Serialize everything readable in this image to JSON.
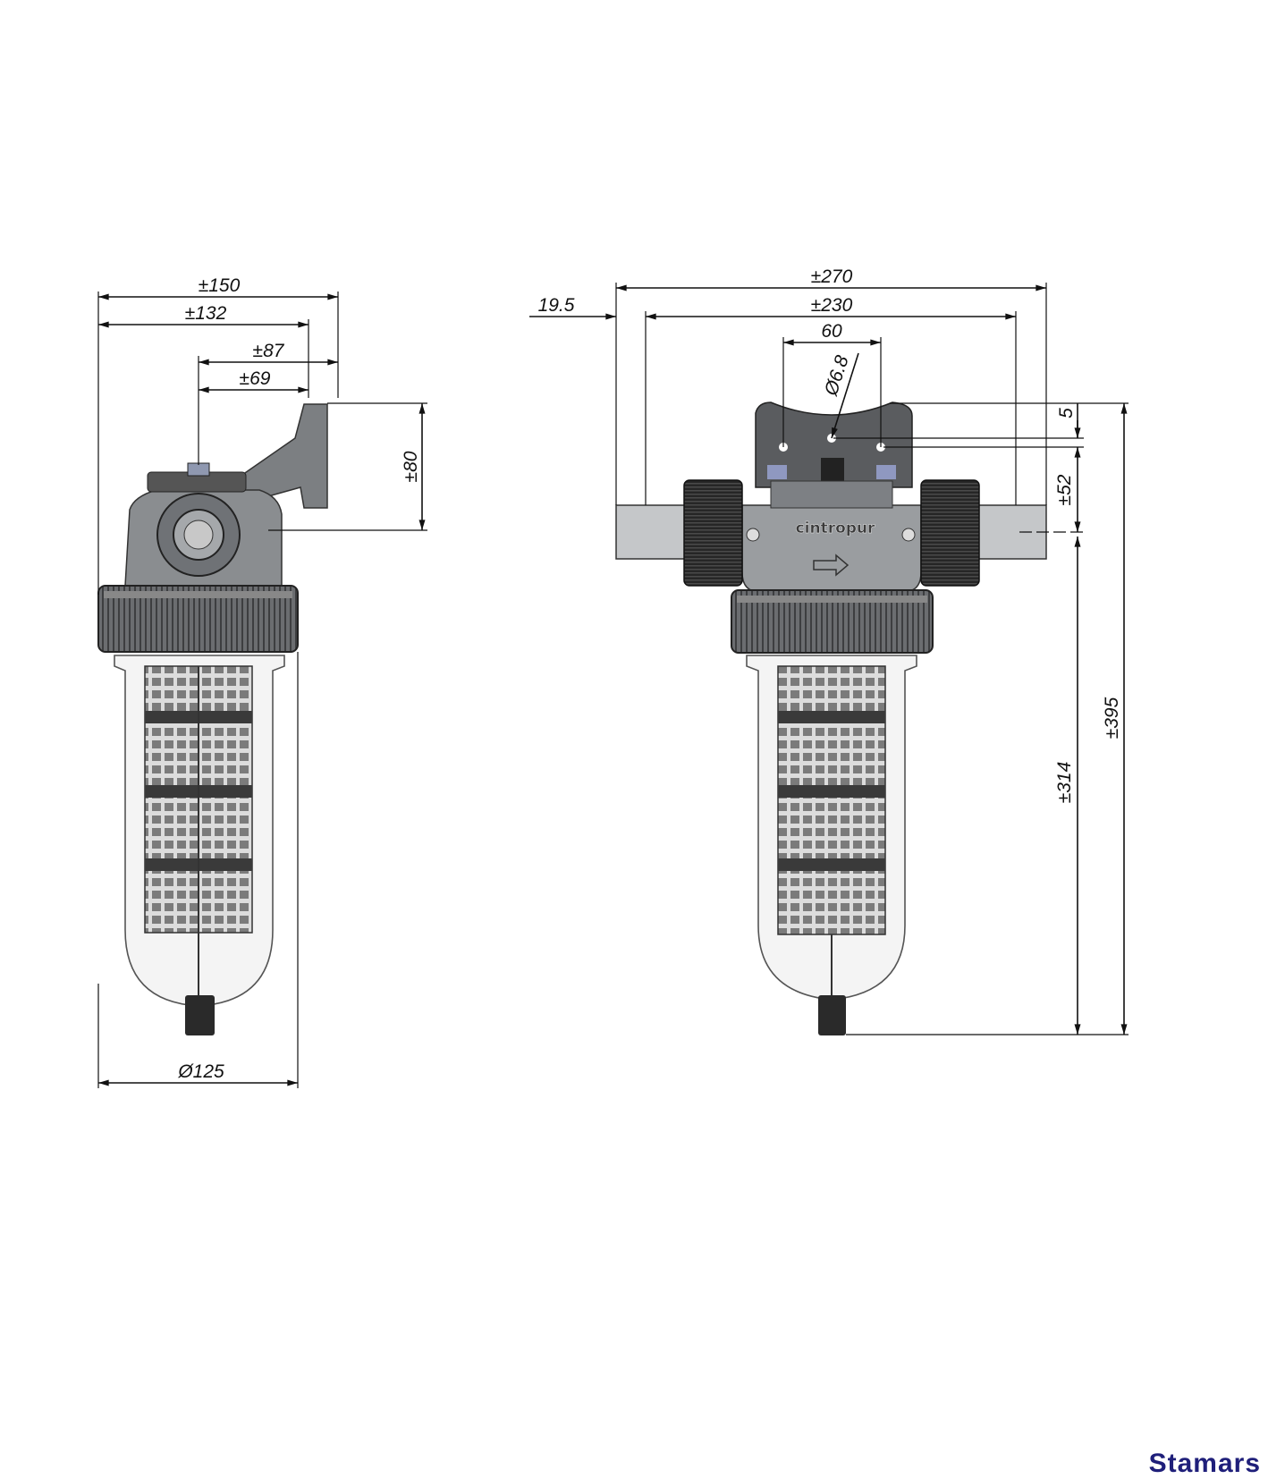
{
  "side_view": {
    "dims": {
      "width_overall": "±150",
      "width_bracket": "±132",
      "offset_87": "±87",
      "offset_69": "±69",
      "bracket_height": "±80",
      "bowl_diameter": "Ø125"
    }
  },
  "front_view": {
    "brand": "cintropur",
    "dims": {
      "length_overall": "±270",
      "length_230": "±230",
      "thread_19_5": "19.5",
      "hole_spacing": "60",
      "hole_diameter": "Ø6.8",
      "offset_5": "5",
      "height_52": "±52",
      "height_314": "±314",
      "height_395": "±395"
    }
  },
  "watermark": "Stamars",
  "colors": {
    "body": "#8a8d90",
    "dark": "#2a2a2a",
    "cap": "#5e6064",
    "bowl": "#f3f3f3",
    "watermark": "#1f1f7a"
  }
}
